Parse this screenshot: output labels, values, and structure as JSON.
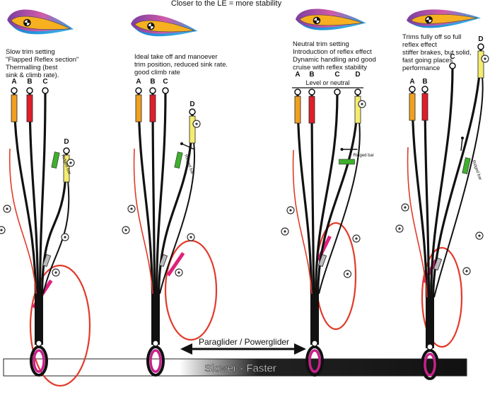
{
  "title": "Closer to the LE = more stability",
  "panels": [
    {
      "id": "slow",
      "description": [
        "Slow trim setting",
        "\"Flapped Reflex section\"",
        "Thermalling (best",
        "sink & climb rate)."
      ],
      "risers": [
        "A",
        "B",
        "C",
        "D"
      ],
      "tab_label": "Ridged bar"
    },
    {
      "id": "ideal",
      "description": [
        "Ideal take off and manoever",
        "trim position, reduced sink rate.",
        "good climb rate"
      ],
      "risers": [
        "A",
        "B",
        "C",
        "D"
      ],
      "tab_label": "Ridged bar"
    },
    {
      "id": "neutral",
      "description": [
        "Neutral trim setting",
        "Introduction of reflex effect",
        "Dynamic handling and good",
        "cruise with reflex stability"
      ],
      "risers": [
        "A",
        "B",
        "C",
        "D"
      ],
      "tab_label": "Ridged bar",
      "level_label": "Level or neutral"
    },
    {
      "id": "fast",
      "description": [
        "Trims fully off so full",
        "reflex effect",
        "stiffer brakes, but solid,",
        "fast going places",
        "performance"
      ],
      "risers": [
        "A",
        "B",
        "C",
        "D"
      ],
      "tab_label": "Ridged bar"
    }
  ],
  "bottom_arrow_label": "Paraglider / Powerglider",
  "speed_bar_label": "Slower - Faster",
  "colors": {
    "a_riser": "#f0a020",
    "b_riser": "#e01e2a",
    "d_riser": "#f4ec70",
    "tab": "#3fb02e",
    "brake_line": "#e23a2a",
    "brake_handle": "#e0207a",
    "carabiner": "#c8208a",
    "wing_top": "#b05ab8",
    "wing_bottom": "#1aa0e0",
    "wing_core": "#f6b020",
    "speed_bar": "#111111"
  },
  "icons": [
    "wing-profile-icon",
    "pulley-icon",
    "carabiner-icon",
    "arrow-icon"
  ]
}
